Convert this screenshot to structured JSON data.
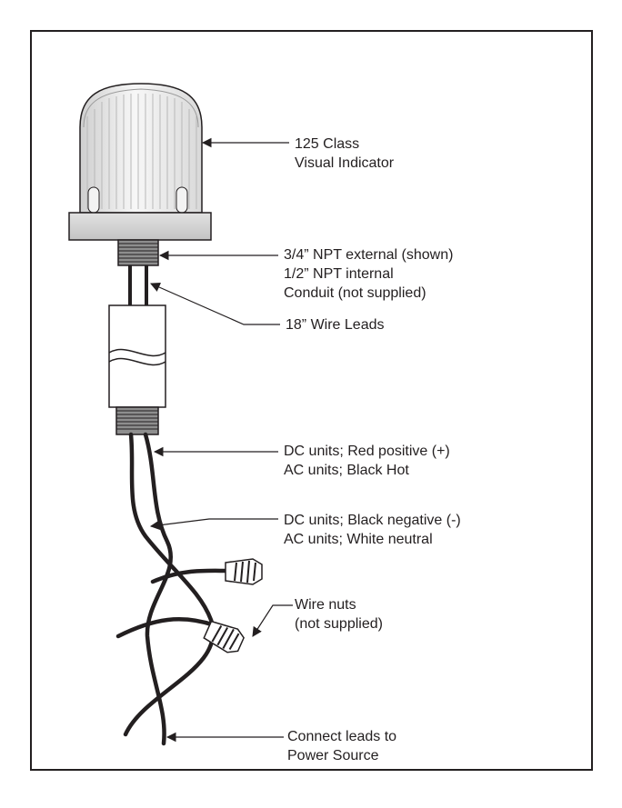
{
  "labels": {
    "indicator": [
      "125 Class",
      "Visual Indicator"
    ],
    "npt": [
      "3/4” NPT external (shown)",
      "1/2” NPT internal",
      "Conduit (not supplied)"
    ],
    "wire_leads": [
      "18” Wire Leads"
    ],
    "red_lead": [
      "DC units; Red positive (+)",
      "AC units; Black Hot"
    ],
    "black_lead": [
      "DC units; Black negative (-)",
      "AC units;  White neutral"
    ],
    "wire_nuts": [
      "Wire nuts",
      "(not supplied)"
    ],
    "power": [
      "Connect leads to",
      "Power Source"
    ]
  },
  "colors": {
    "ink": "#231f20",
    "dome_light": "#f2f2f2",
    "dome_shade": "#c8c8c8",
    "base": "#d4d4d4",
    "conduit": "#ffffff"
  }
}
